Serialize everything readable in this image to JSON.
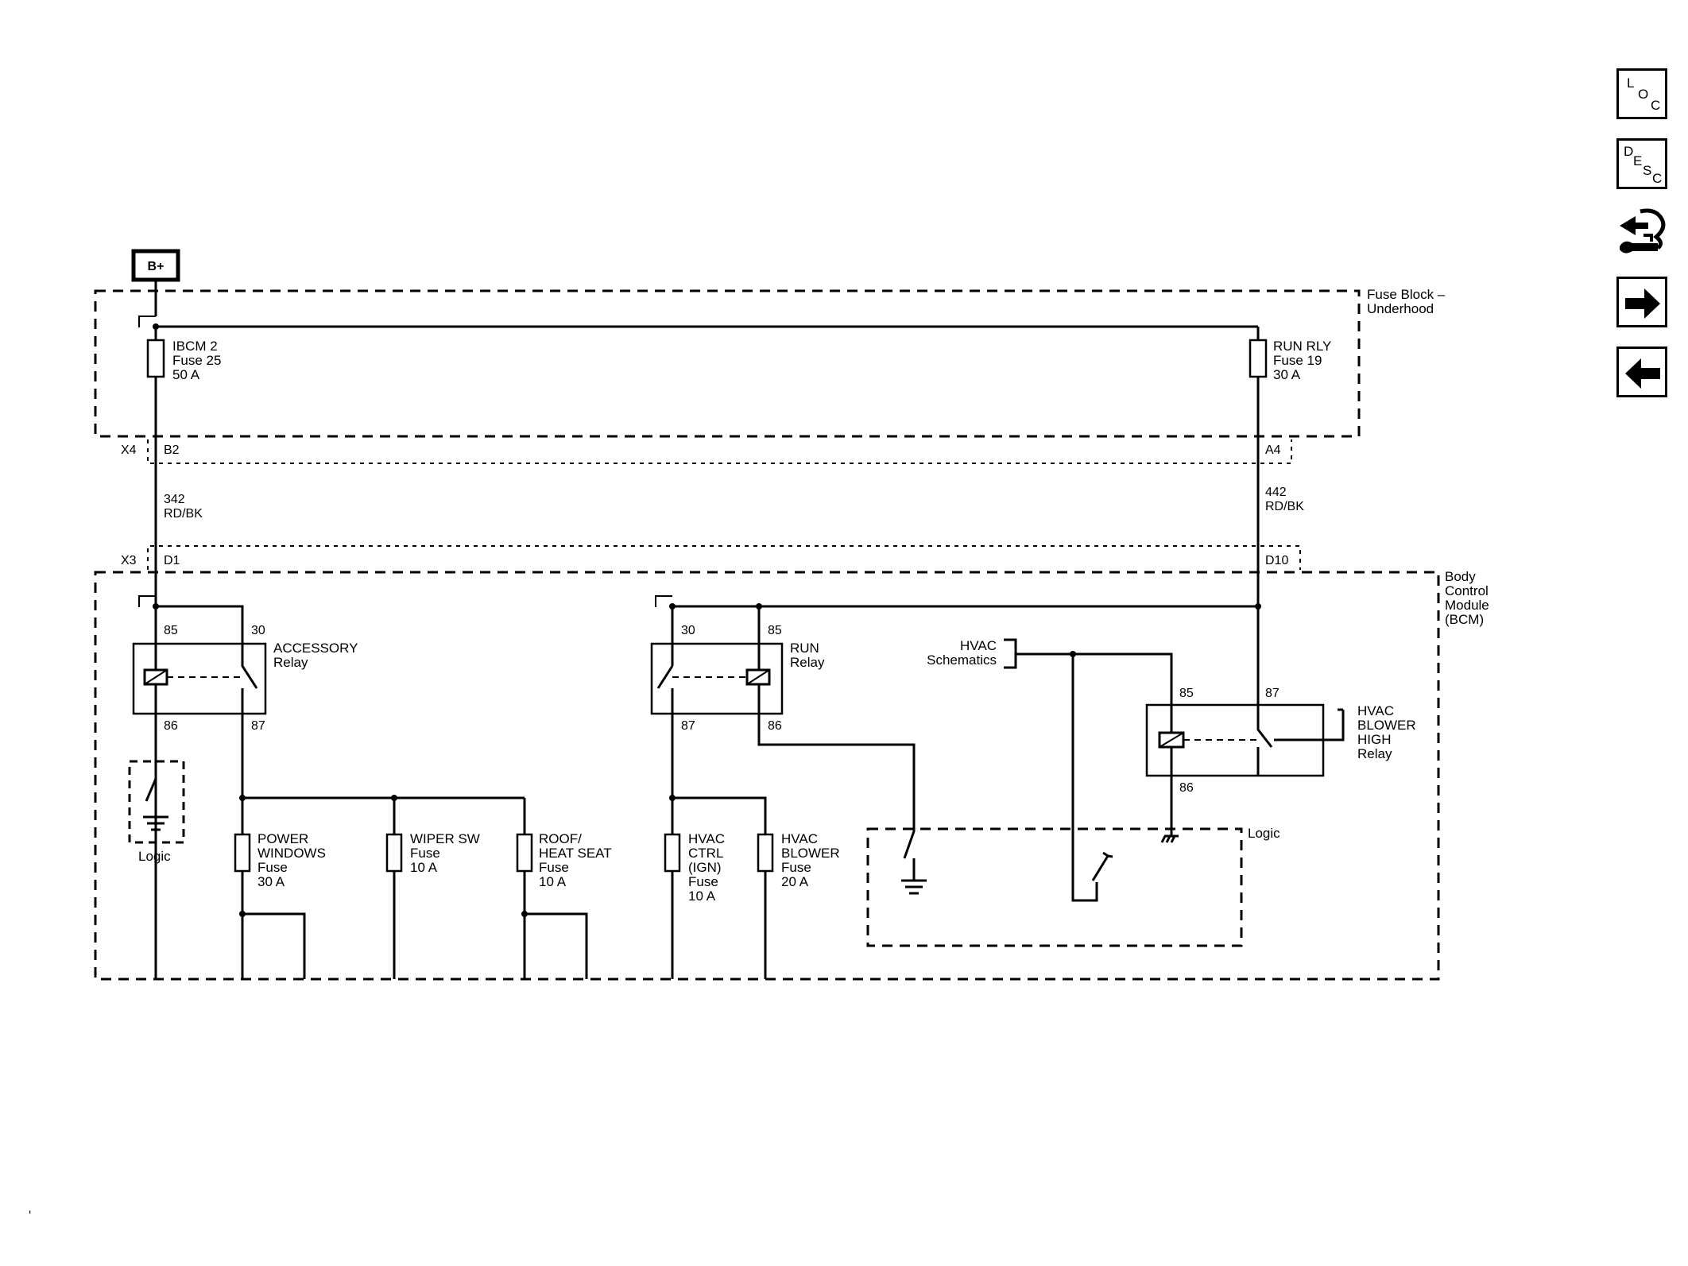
{
  "power": {
    "bplus": "B+"
  },
  "fuse_block": {
    "name_line1": "Fuse Block –",
    "name_line2": "Underhood",
    "fuse_ibcm": {
      "line1": "IBCM 2",
      "line2": "Fuse 25",
      "line3": "50 A"
    },
    "fuse_run": {
      "line1": "RUN RLY",
      "line2": "Fuse 19",
      "line3": "30 A"
    },
    "connector": "X4",
    "pin_left": "B2",
    "pin_right": "A4"
  },
  "wires": {
    "left": {
      "circuit": "342",
      "color": "RD/BK"
    },
    "right": {
      "circuit": "442",
      "color": "RD/BK"
    }
  },
  "bcm": {
    "name_line1": "Body",
    "name_line2": "Control",
    "name_line3": "Module",
    "name_line4": "(BCM)",
    "connector": "X3",
    "pin_left": "D1",
    "pin_right": "D10",
    "accessory_relay": {
      "line1": "ACCESSORY",
      "line2": "Relay",
      "p85": "85",
      "p30": "30",
      "p86": "86",
      "p87": "87"
    },
    "run_relay": {
      "line1": "RUN",
      "line2": "Relay",
      "p30": "30",
      "p85": "85",
      "p87": "87",
      "p86": "86"
    },
    "hvac_relay": {
      "line1": "HVAC",
      "line2": "BLOWER",
      "line3": "HIGH",
      "line4": "Relay",
      "p85": "85",
      "p87": "87",
      "p86": "86"
    },
    "hvac_schematics": {
      "line1": "HVAC",
      "line2": "Schematics"
    },
    "logic_left": "Logic",
    "logic_right": "Logic",
    "fuses": [
      {
        "line1": "POWER",
        "line2": "WINDOWS",
        "line3": "Fuse",
        "line4": "30 A"
      },
      {
        "line1": "WIPER SW",
        "line2": "Fuse",
        "line3": "10 A",
        "line4": ""
      },
      {
        "line1": "ROOF/",
        "line2": "HEAT SEAT",
        "line3": "Fuse",
        "line4": "10 A"
      },
      {
        "line1": "HVAC",
        "line2": "CTRL",
        "line3": "(IGN)",
        "line4": "Fuse",
        "line5": "10 A"
      },
      {
        "line1": "HVAC",
        "line2": "BLOWER",
        "line3": "Fuse",
        "line4": "20 A"
      }
    ]
  },
  "nav": {
    "loc": {
      "l1": "L",
      "l2": "O",
      "l3": "C"
    },
    "desc": {
      "l1": "D",
      "l2": "E",
      "l3": "S",
      "l4": "C"
    }
  },
  "footer_mark": "'"
}
